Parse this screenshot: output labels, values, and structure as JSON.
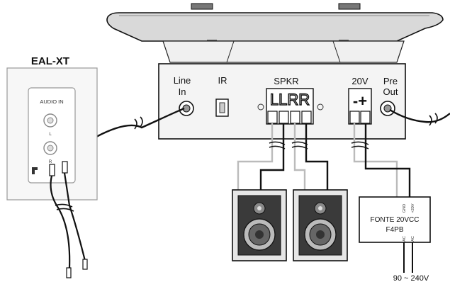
{
  "wall_plate": {
    "title": "EAL-XT",
    "audio_in": "AUDIO IN",
    "left": "L",
    "right": "R"
  },
  "amplifier_panel": {
    "line_in": [
      "Line",
      "In"
    ],
    "ir": "IR",
    "spkr": "SPKR",
    "spkr_terminals": "LLRR",
    "power_voltage": "20V",
    "power_terminals": "-+",
    "pre_out": [
      "Pre",
      "Out"
    ]
  },
  "power_supply": {
    "model_line1": "FONTE 20VCC",
    "model_line2": "F4PB",
    "out_gnd": "GND",
    "out_v": "+20V",
    "in_ac1": "AC",
    "in_ac2": "AC",
    "mains": "90 ~ 240V"
  }
}
